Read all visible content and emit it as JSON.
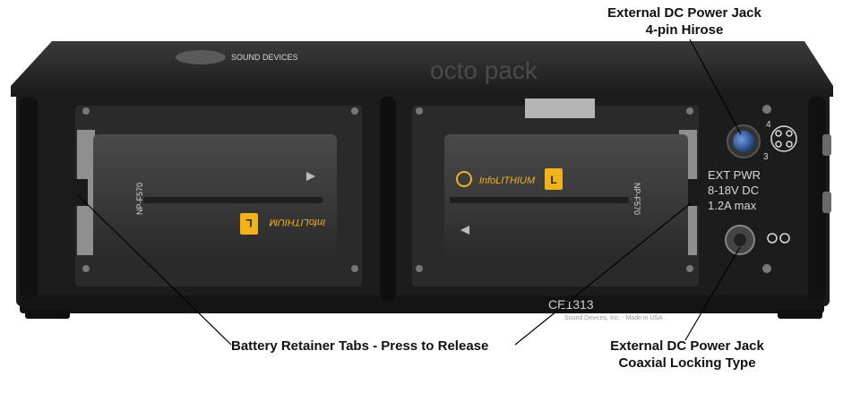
{
  "callouts": {
    "ext_dc_4pin": {
      "line1": "External DC Power Jack",
      "line2": "4-pin Hirose"
    },
    "battery_tabs": "Battery Retainer Tabs - Press to Release",
    "ext_dc_coax": {
      "line1": "External DC Power Jack",
      "line2": "Coaxial Locking Type"
    }
  },
  "device": {
    "brand": "SOUND DEVICES",
    "panel_text": {
      "line1": "EXT PWR",
      "line2": "8-18V DC",
      "line3": "1.2A max"
    },
    "hirose_pins": {
      "top": "4",
      "bottom": "3"
    },
    "battery_left": {
      "model": "NP-F570",
      "brand": "InfoLITHIUM",
      "badge": "L"
    },
    "battery_right": {
      "model": "NP-F570",
      "brand": "InfoLITHIUM",
      "badge": "L"
    },
    "ce_mark": "CE1313",
    "bottom_right_text": "Sound Devices, Inc. - Made in USA"
  },
  "colors": {
    "chassis": "#1e1e1e",
    "battery": "#3a3a3a",
    "infolithium_gold": "#f2b21a",
    "hirose_blue": "#2a5aa8"
  }
}
